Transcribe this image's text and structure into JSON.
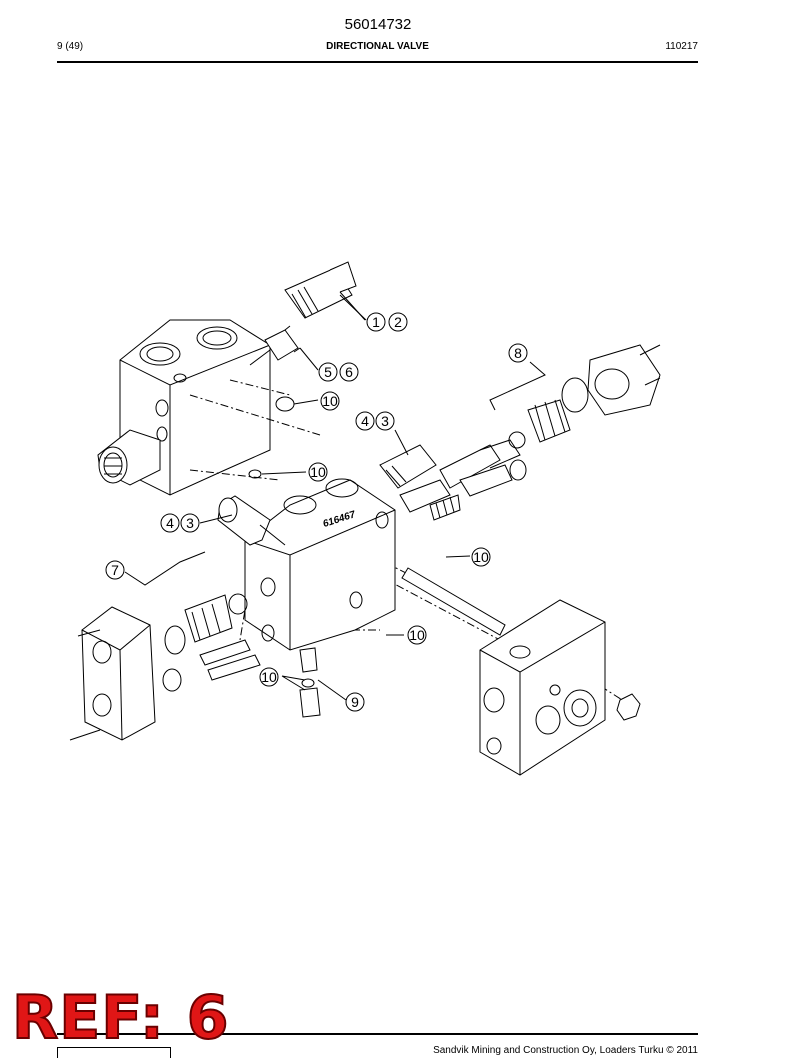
{
  "document": {
    "number": "56014732",
    "page": "9 (49)",
    "title": "DIRECTIONAL VALVE",
    "code": "110217"
  },
  "drawing": {
    "cast_marking": "616467",
    "callouts": {
      "c1": "1",
      "c2": "2",
      "c3a": "3",
      "c4a": "4",
      "c3b": "3",
      "c4b": "4",
      "c5": "5",
      "c6": "6",
      "c7": "7",
      "c8": "8",
      "c9": "9",
      "c10a": "10",
      "c10b": "10",
      "c10c": "10",
      "c10d": "10",
      "c10e": "10"
    }
  },
  "footer": {
    "copyright": "Sandvik Mining and Construction Oy, Loaders Turku © 2011"
  },
  "stamp": {
    "text": "REF: 6",
    "color": "#e01616"
  }
}
